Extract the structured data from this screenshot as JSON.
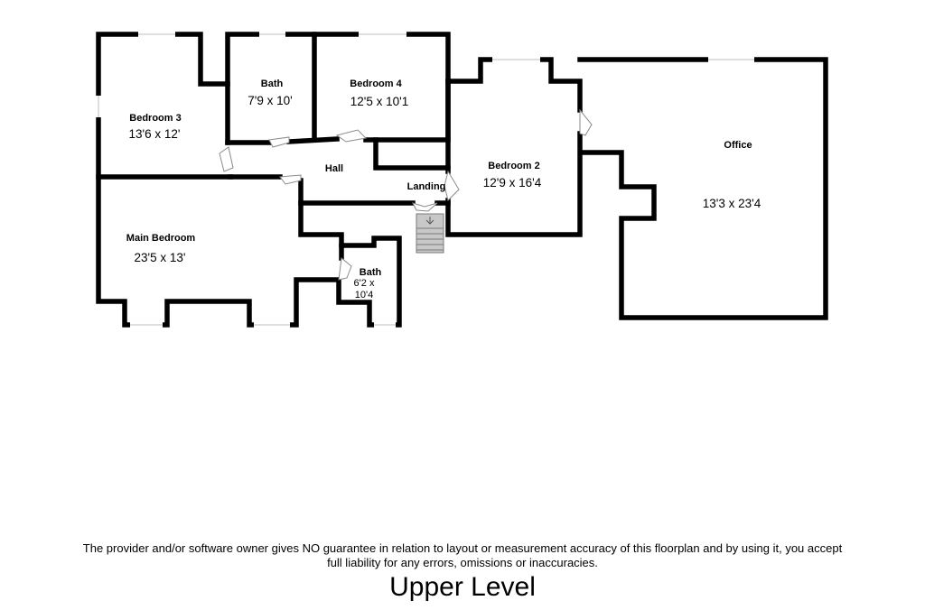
{
  "rooms": {
    "bedroom3": {
      "name": "Bedroom 3",
      "dims": "13'6 x 12'"
    },
    "bath_upper": {
      "name": "Bath",
      "dims": "7'9 x 10'"
    },
    "bedroom4": {
      "name": "Bedroom 4",
      "dims": "12'5 x 10'1"
    },
    "bedroom2": {
      "name": "Bedroom 2",
      "dims": "12'9 x 16'4"
    },
    "office": {
      "name": "Office",
      "dims": "13'3 x 23'4"
    },
    "hall": {
      "name": "Hall"
    },
    "landing": {
      "name": "Landing"
    },
    "main_bedroom": {
      "name": "Main Bedroom",
      "dims": "23'5 x 13'"
    },
    "bath_lower": {
      "name": "Bath",
      "dims_line1": "6'2 x",
      "dims_line2": "10'4"
    }
  },
  "stairs_icon": "down-arrow-icon",
  "disclaimer_line1": "The provider and/or software owner gives NO guarantee in relation to layout or measurement accuracy of this floorplan and by using it, you accept",
  "disclaimer_line2": "full liability for any errors, omissions or inaccuracies.",
  "level_title": "Upper Level"
}
